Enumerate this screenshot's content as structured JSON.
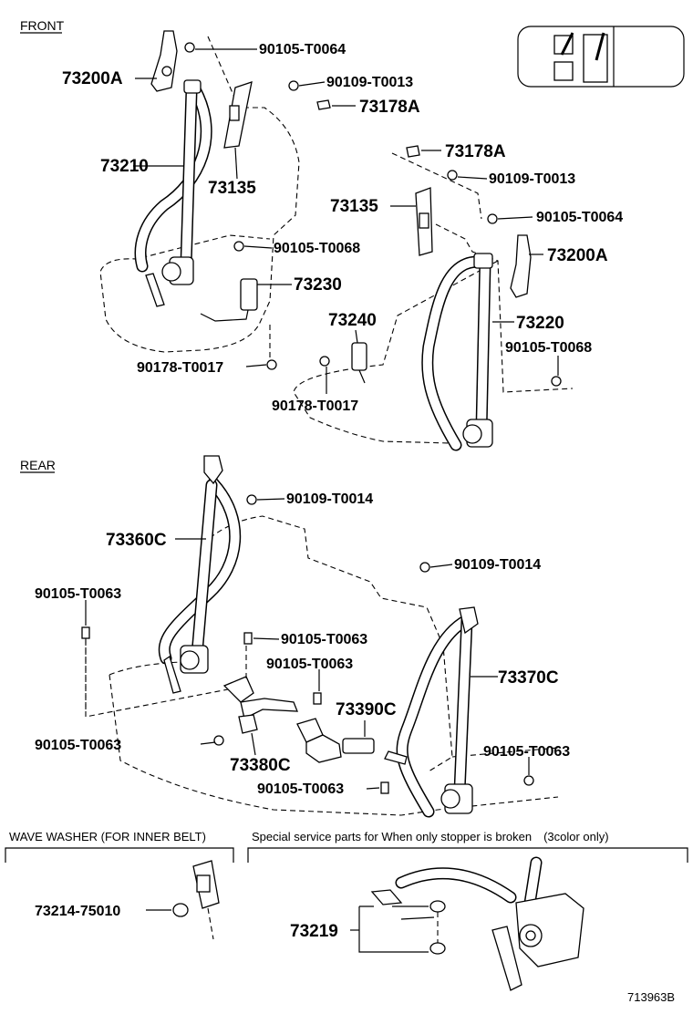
{
  "sections": {
    "front": "FRONT",
    "rear": "REAR",
    "wave_washer": "WAVE WASHER (FOR INNER BELT)",
    "special": "Special service parts for When only stopper is broken　(3color only)"
  },
  "labels": {
    "front": {
      "p73200A_left": "73200A",
      "p90105_T0064_top": "90105-T0064",
      "p90109_T0013_top": "90109-T0013",
      "p73178A_top": "73178A",
      "p73210": "73210",
      "p73135_left": "73135",
      "p73178A_right": "73178A",
      "p90109_T0013_right": "90109-T0013",
      "p73135_right": "73135",
      "p90105_T0064_right": "90105-T0064",
      "p90105_T0068_left": "90105-T0068",
      "p73200A_right": "73200A",
      "p73230": "73230",
      "p73240": "73240",
      "p73220": "73220",
      "p90105_T0068_right": "90105-T0068",
      "p90178_T0017_left": "90178-T0017",
      "p90178_T0017_bottom": "90178-T0017"
    },
    "rear": {
      "p90109_T0014_top": "90109-T0014",
      "p73360C": "73360C",
      "p90109_T0014_right": "90109-T0014",
      "p90105_T0063_left": "90105-T0063",
      "p90105_T0063_mid1": "90105-T0063",
      "p90105_T0063_mid2": "90105-T0063",
      "p73370C": "73370C",
      "p73390C": "73390C",
      "p90105_T0063_bl": "90105-T0063",
      "p73380C": "73380C",
      "p90105_T0063_r": "90105-T0063",
      "p90105_T0063_bot": "90105-T0063"
    },
    "bottom": {
      "p73214_75010": "73214-75010",
      "p73219": "73219"
    }
  },
  "figure_id": "713963B"
}
